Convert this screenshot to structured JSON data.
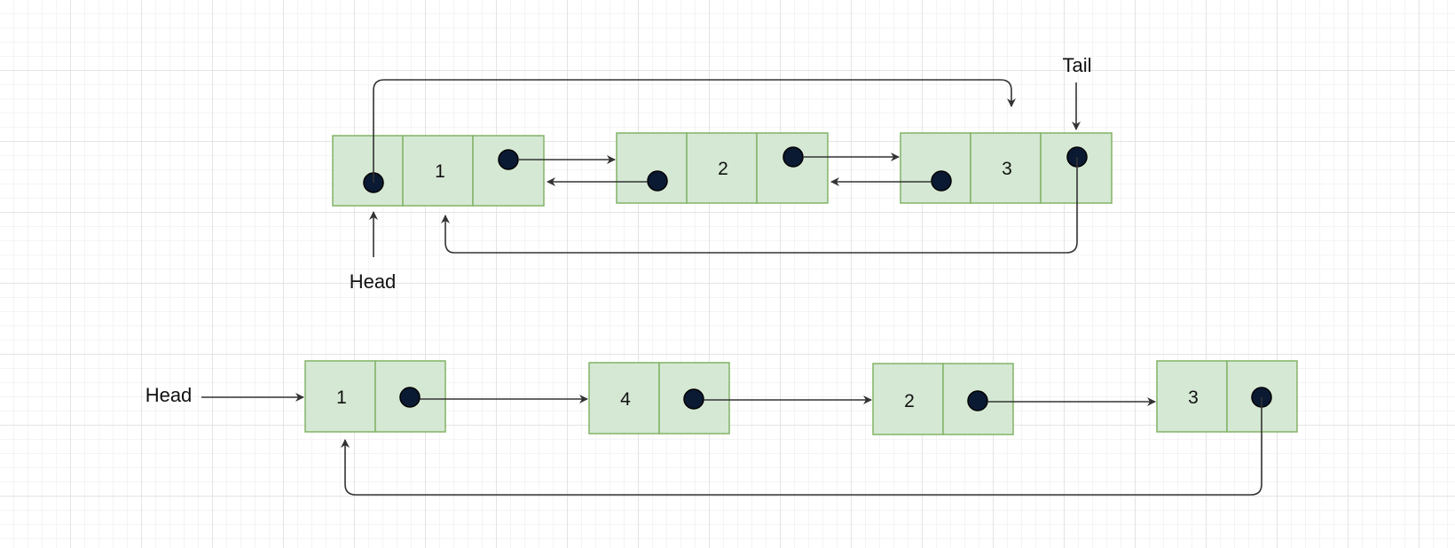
{
  "diagram_a": {
    "head_label": "Head",
    "tail_label": "Tail",
    "nodes": [
      {
        "value": "1"
      },
      {
        "value": "2"
      },
      {
        "value": "3"
      }
    ]
  },
  "diagram_b": {
    "head_label": "Head",
    "nodes": [
      {
        "value": "1"
      },
      {
        "value": "4"
      },
      {
        "value": "2"
      },
      {
        "value": "3"
      }
    ]
  },
  "colors": {
    "node_fill": "#d5e8d4",
    "node_border": "#82b366",
    "pointer_dot": "#0b1a33",
    "edge": "#333333"
  }
}
